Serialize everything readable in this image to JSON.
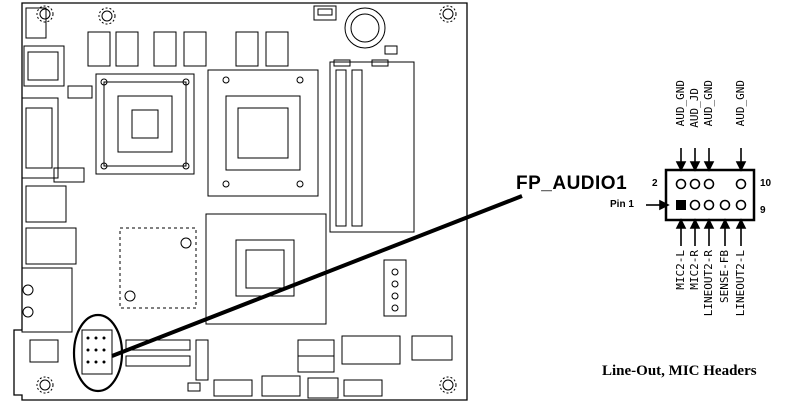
{
  "header_label": "FP_AUDIO1",
  "caption": "Line-Out, MIC Headers",
  "pin_labels": {
    "left_top": "2",
    "right_top": "10",
    "pin1": "Pin 1",
    "right_bottom": "9"
  },
  "top_signals": [
    "AUD_GND",
    "AUD_JD",
    "AUD_GND",
    "AUD_GND"
  ],
  "bottom_signals": [
    "MIC2-L",
    "MIC2-R",
    "LINEOUT2-R",
    "SENSE-FB",
    "LINEOUT2-L"
  ]
}
